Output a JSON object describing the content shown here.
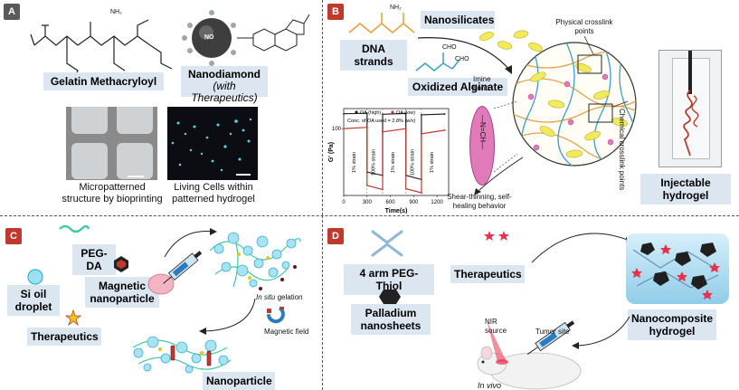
{
  "panels": {
    "a": {
      "badge": "A",
      "gelatin_label": "Gelatin Methacryloyl",
      "nanodiamond_label": "Nanodiamond",
      "nanodiamond_sub": "(with Therapeutics)",
      "nh2": "NH₂",
      "no_text": "NO",
      "micro_caption_1": "Micropatterned",
      "micro_caption_2": "structure by bioprinting",
      "cells_caption_1": "Living Cells within",
      "cells_caption_2": "patterned hydrogel"
    },
    "b": {
      "badge": "B",
      "dna_label": "DNA strands",
      "nanosilicates_label": "Nanosilicates",
      "oxidized_label": "Oxidized Alginate",
      "physical_crosslink_1": "Physical crosslink",
      "physical_crosslink_2": "points",
      "chemical_crosslink": "Chemical crosslink points",
      "imine_1": "Imine",
      "imine_2": "bond",
      "imine_chem": "—N=CH—",
      "cho": "CHO",
      "nh2": "NH₂",
      "injectable_label": "Injectable hydrogel",
      "shear_1": "Shear-thinning, self-",
      "shear_2": "healing behavior"
    },
    "c": {
      "badge": "C",
      "pegda_label": "PEG-DA",
      "si_oil_1": "Si oil",
      "si_oil_2": "droplet",
      "magnetic_1": "Magnetic",
      "magnetic_2": "nanoparticle",
      "therapeutics_label": "Therapeutics",
      "insitu_italic": "In situ",
      "insitu_rest": " gelation",
      "magnetic_field": "Magnetic field",
      "nanoparticle_label": "Nanoparticle"
    },
    "d": {
      "badge": "D",
      "peg_thiol_label": "4 arm PEG-Thiol",
      "palladium_1": "Palladium",
      "palladium_2": "nanosheets",
      "therapeutics_label": "Therapeutics",
      "nanocomposite_1": "Nanocomposite",
      "nanocomposite_2": "hydrogel",
      "nir_1": "NIR",
      "nir_2": "source",
      "tumor_site": "Tumor site",
      "in_vivo": "In vivo"
    }
  },
  "chart_data": {
    "type": "line",
    "legend": [
      "OA (high)",
      "OA (low)"
    ],
    "annotation": "Conc. of OA used = 2.8% (w/v)",
    "xlabel": "Time(s)",
    "ylabel": "G' (Pa)",
    "xticks": [
      "0",
      "300",
      "600",
      "900",
      "1200"
    ],
    "yticks": [
      "100"
    ],
    "xlim": [
      0,
      1350
    ],
    "strain_labels": [
      "1% strain",
      "100% strain",
      "1% strain",
      "100% strain",
      "1% strain"
    ],
    "series": [
      {
        "name": "OA (high)",
        "color": "#222222",
        "x": [
          0,
          300,
          300,
          500,
          500,
          800,
          800,
          1000,
          1000,
          1300
        ],
        "y": [
          280,
          290,
          5,
          4,
          270,
          285,
          4,
          3,
          260,
          275
        ]
      },
      {
        "name": "OA (low)",
        "color": "#c0392b",
        "x": [
          0,
          300,
          300,
          500,
          500,
          800,
          800,
          1000,
          1000,
          1300
        ],
        "y": [
          100,
          110,
          2,
          1.5,
          80,
          100,
          1.6,
          1.2,
          70,
          90
        ]
      }
    ]
  },
  "colors": {
    "badge_a": "#5a5a5a",
    "badge_b": "#c0392b",
    "badge_c": "#c0392b",
    "badge_d": "#c0392b",
    "label_bg": "#dbe6f1",
    "high": "#222222",
    "low": "#c0392b"
  }
}
